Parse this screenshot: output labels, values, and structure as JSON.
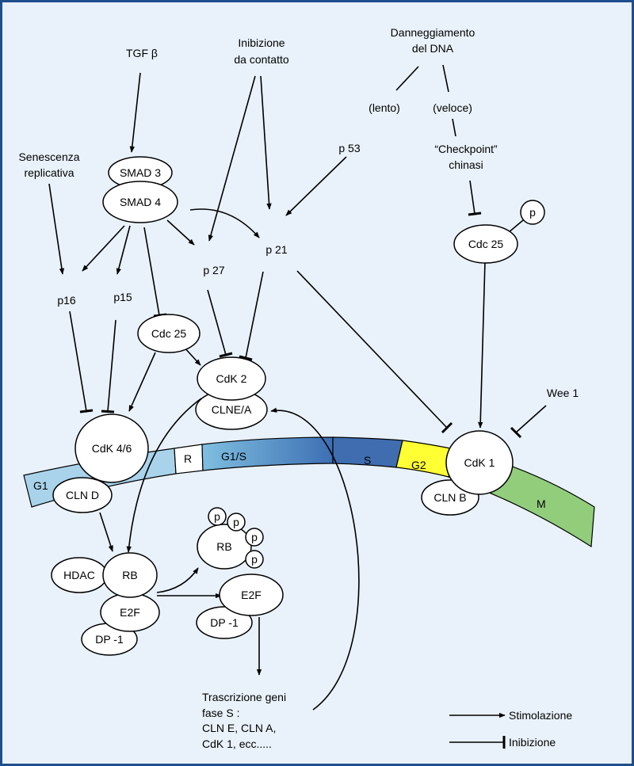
{
  "colors": {
    "frame": "#1f4e8c",
    "background": "#e9f2fa",
    "g1": "#a9d3ea",
    "g1s_start": "#7fbfe0",
    "g1s_end": "#3d6fb3",
    "s": "#3f6db0",
    "g2": "#ffff33",
    "m": "#92cd7c"
  },
  "labels": {
    "tgf": "TGF β",
    "inibizione_contatto": [
      "Inibizione",
      "da contatto"
    ],
    "danneggiamento": [
      "Danneggiamento",
      "del DNA"
    ],
    "lento": "(lento)",
    "veloce": "(veloce)",
    "p53": "p 53",
    "checkpoint": [
      "“Checkpoint”",
      "chinasi"
    ],
    "senescenza": [
      "Senescenza",
      "replicativa"
    ],
    "p16": "p16",
    "p15": "p15",
    "p27": "p 27",
    "p21": "p 21",
    "wee1": "Wee 1",
    "trascrizione": [
      "Trascrizione geni",
      "fase S :",
      "CLN E,  CLN A,",
      "CdK 1, ecc....."
    ]
  },
  "nodes": {
    "smad3": "SMAD 3",
    "smad4": "SMAD 4",
    "cdc25_left": "Cdc 25",
    "cdc25_right": "Cdc 25",
    "p_right": "p",
    "cdk2": "CdK 2",
    "clne_a": "CLNE/A",
    "cdk46": "CdK 4/6",
    "cln_d": "CLN D",
    "cdk1": "CdK 1",
    "cln_b": "CLN B",
    "hdac": "HDAC",
    "rb": "RB",
    "e2f": "E2F",
    "dp1": "DP -1",
    "rb_p": "RB",
    "p1": "p",
    "p2": "p",
    "p3": "p",
    "p4": "p",
    "e2f_free": "E2F",
    "dp1_free": "DP -1"
  },
  "phases": {
    "g1": "G1",
    "r": "R",
    "g1s": "G1/S",
    "s": "S",
    "g2": "G2",
    "m": "M"
  },
  "legend": {
    "stimolazione": "Stimolazione",
    "inibizione": "Inibizione"
  }
}
